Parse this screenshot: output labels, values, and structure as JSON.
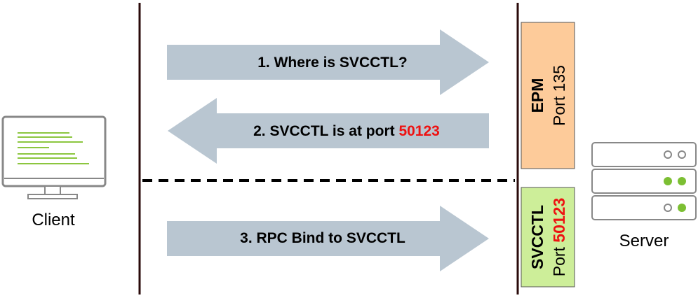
{
  "client": {
    "label": "Client"
  },
  "server": {
    "label": "Server"
  },
  "messages": [
    {
      "prefix": "1. Where is SVCCTL?",
      "highlight": ""
    },
    {
      "prefix": "2. SVCCTL is at port ",
      "highlight": "50123"
    },
    {
      "prefix": "3. RPC Bind to SVCCTL",
      "highlight": ""
    }
  ],
  "epm": {
    "title": "EPM",
    "port_prefix": "Port ",
    "port_value": "135"
  },
  "svcctl": {
    "title": "SVCCTL",
    "port_prefix": "Port ",
    "port_value": "50123"
  },
  "colors": {
    "arrow_fill": "#b9c6d1",
    "highlight": "#ee1111",
    "epm_fill": "#fdcb9a",
    "svcctl_fill": "#cdee99",
    "lifeline": "#2a0a0a",
    "server_led_green": "#7cbf33",
    "screen_code_green": "#8cc63f"
  }
}
